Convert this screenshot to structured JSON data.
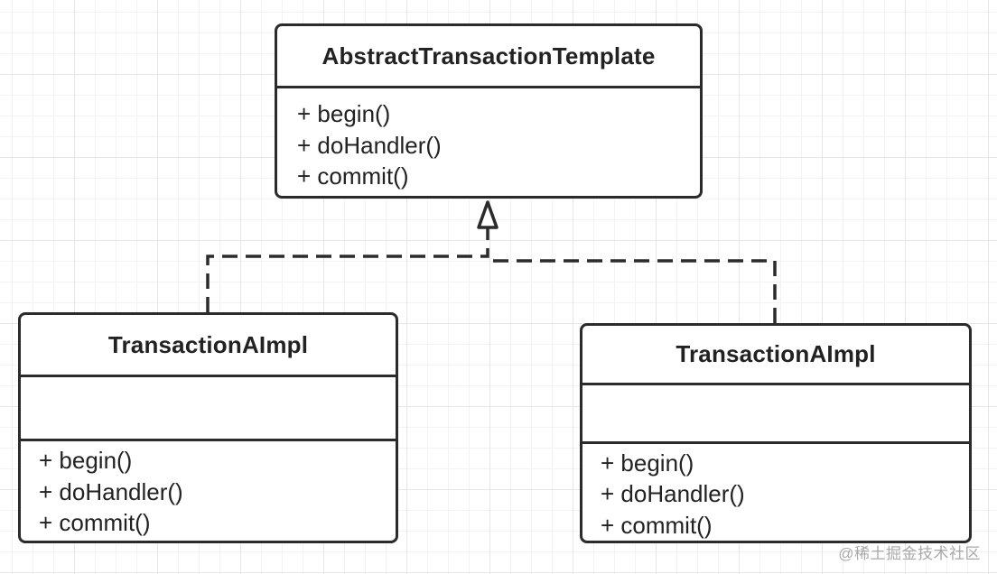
{
  "classes": {
    "template": {
      "name": "AbstractTransactionTemplate",
      "methods": [
        "+ begin()",
        "+ doHandler()",
        "+ commit()"
      ]
    },
    "impl_left": {
      "name": "TransactionAImpl",
      "methods": [
        "+ begin()",
        "+ doHandler()",
        "+ commit()"
      ]
    },
    "impl_right": {
      "name": "TransactionAImpl",
      "methods": [
        "+ begin()",
        "+ doHandler()",
        "+ commit()"
      ]
    }
  },
  "relations": [
    {
      "from": "impl_left",
      "to": "template",
      "kind": "realization"
    },
    {
      "from": "impl_right",
      "to": "template",
      "kind": "realization"
    }
  ],
  "watermark": "@稀土掘金技术社区",
  "colors": {
    "line": "#2b2b2b",
    "grid": "#e6e6e6",
    "background": "#ffffff"
  }
}
